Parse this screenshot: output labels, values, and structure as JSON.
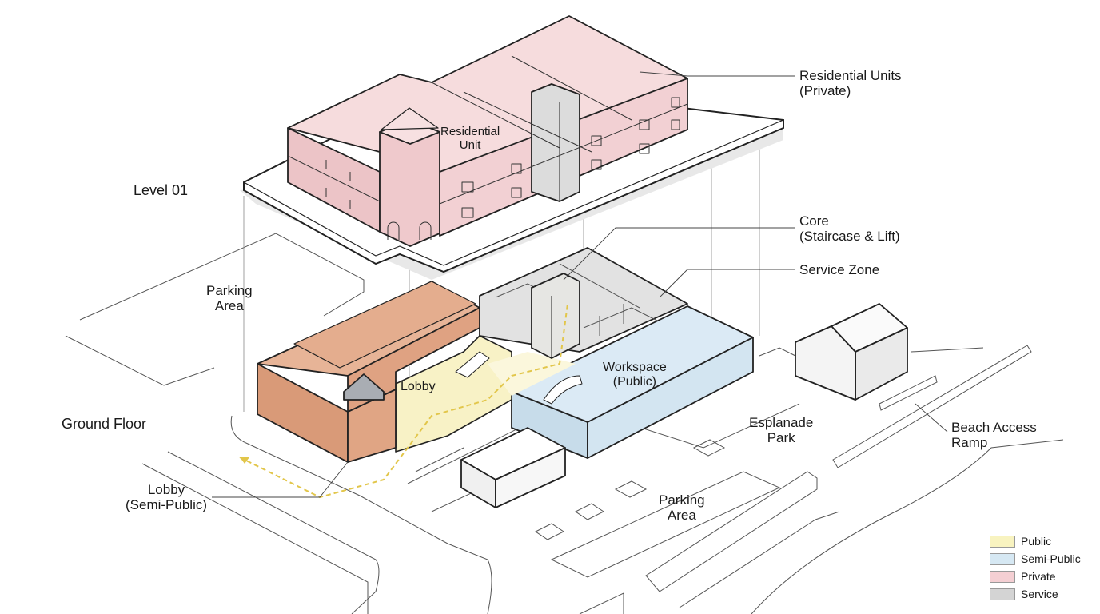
{
  "labels": {
    "level01": "Level 01",
    "ground_floor": "Ground Floor",
    "parking_area_left": [
      "Parking",
      "Area"
    ],
    "parking_area_bottom": [
      "Parking",
      "Area"
    ],
    "residential_unit": [
      "Residential",
      "Unit"
    ],
    "residential_units_private": [
      "Residential Units",
      "(Private)"
    ],
    "core": [
      "Core",
      "(Staircase & Lift)"
    ],
    "service_zone": "Service Zone",
    "workspace_public": [
      "Workspace",
      "(Public)"
    ],
    "lobby": "Lobby",
    "lobby_semi_public": [
      "Lobby",
      "(Semi-Public)"
    ],
    "esplanade_park": [
      "Esplanade",
      "Park"
    ],
    "beach_access_ramp": [
      "Beach Access",
      "Ramp"
    ]
  },
  "legend": [
    {
      "label": "Public",
      "color": "#f8f3c0"
    },
    {
      "label": "Semi-Public",
      "color": "#d6e8f3"
    },
    {
      "label": "Private",
      "color": "#f4cfd3"
    },
    {
      "label": "Service",
      "color": "#d4d4d4"
    }
  ],
  "colors": {
    "private": "#f2d3d5",
    "public_yellow": "#f8f3c4",
    "semi_public_blue": "#d8e9f4",
    "service": "#dedede",
    "existing_building": "#e2a887",
    "circulation": "#e8cf55"
  }
}
